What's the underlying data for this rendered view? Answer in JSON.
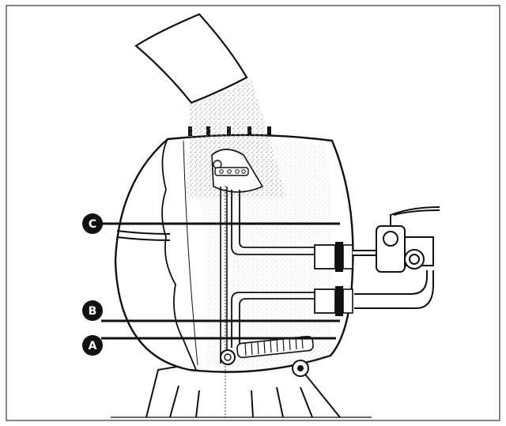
{
  "diagram": {
    "labels": [
      {
        "id": "C",
        "text": "C"
      },
      {
        "id": "B",
        "text": "B"
      },
      {
        "id": "A",
        "text": "A"
      }
    ],
    "colors": {
      "ink": "#111111",
      "frame": "#333333",
      "sand": "#9a9a9a",
      "background": "#ffffff"
    }
  }
}
